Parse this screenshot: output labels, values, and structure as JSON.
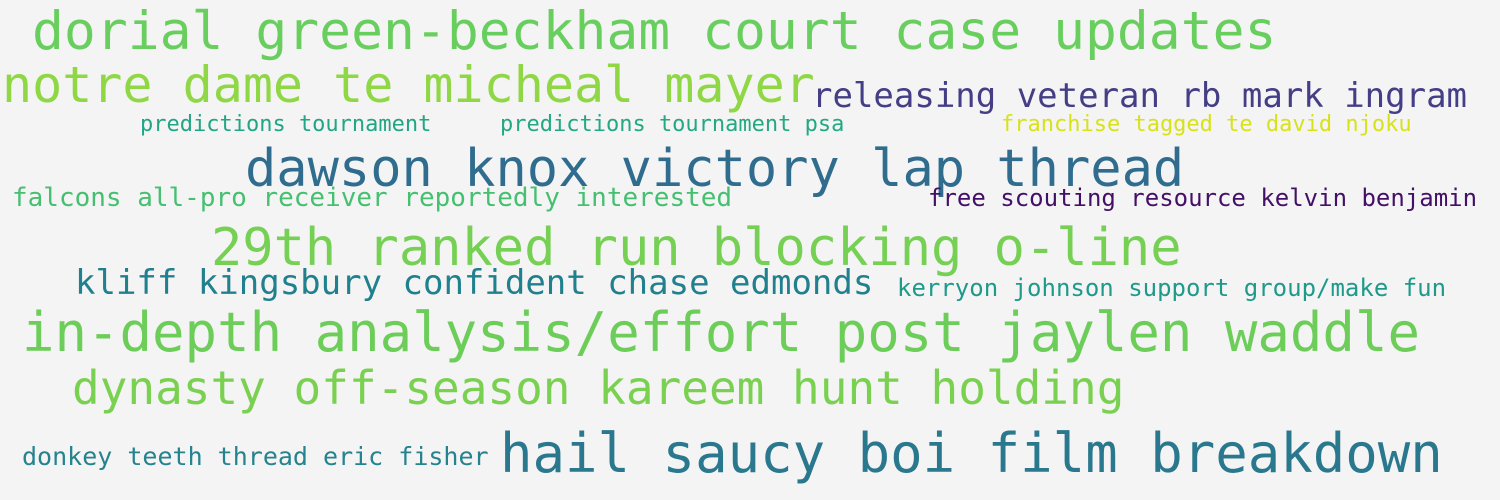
{
  "cloud": {
    "phrases": [
      {
        "text": "dorial green-beckham court case updates",
        "color": "#68cf5f"
      },
      {
        "text": "notre dame te micheal mayer",
        "color": "#8fd744"
      },
      {
        "text": "releasing veteran rb mark ingram",
        "color": "#433e85"
      },
      {
        "text": "predictions tournament",
        "color": "#21a585"
      },
      {
        "text": "predictions tournament psa",
        "color": "#23a883"
      },
      {
        "text": "franchise tagged te david njoku",
        "color": "#d8e219"
      },
      {
        "text": "dawson knox victory lap thread",
        "color": "#2f6c8e"
      },
      {
        "text": "falcons all-pro receiver reportedly interested",
        "color": "#45bf70"
      },
      {
        "text": "free scouting resource kelvin benjamin",
        "color": "#440f67"
      },
      {
        "text": "29th ranked run blocking o-line",
        "color": "#75d054"
      },
      {
        "text": "kliff kingsbury confident chase edmonds",
        "color": "#21808d"
      },
      {
        "text": "kerryon johnson support group/make fun",
        "color": "#1f9a8a"
      },
      {
        "text": "in-depth analysis/effort post jaylen waddle",
        "color": "#6ccd59"
      },
      {
        "text": "dynasty off-season kareem hunt holding",
        "color": "#7ad151"
      },
      {
        "text": "donkey teeth thread eric fisher",
        "color": "#25838e"
      },
      {
        "text": "hail saucy boi film breakdown",
        "color": "#2a788e"
      }
    ]
  }
}
